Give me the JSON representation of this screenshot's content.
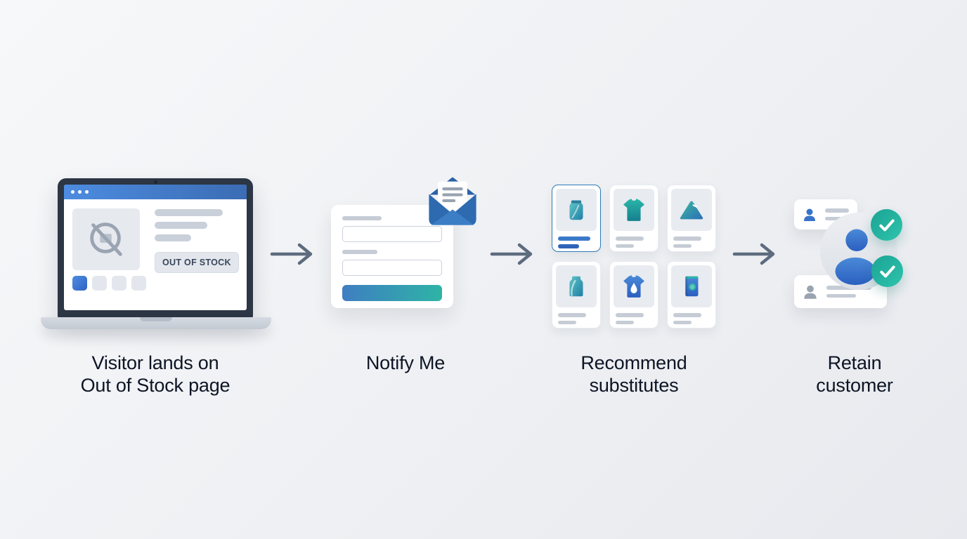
{
  "steps": [
    {
      "id": "visitor-lands",
      "label_lines": [
        "Visitor lands on",
        "Out of Stock page"
      ]
    },
    {
      "id": "notify-me",
      "label_lines": [
        "Notify Me",
        ""
      ]
    },
    {
      "id": "recommend-substitutes",
      "label_lines": [
        "Recommend",
        "substitutes"
      ]
    },
    {
      "id": "retain-customer",
      "label_lines": [
        "Retain",
        "customer"
      ]
    }
  ],
  "laptop": {
    "badge_text": "OUT OF STOCK",
    "browser_dot_count": 3,
    "skeleton_line_count": 3,
    "thumbnail_count": 4,
    "icons": [
      "no-image-icon"
    ]
  },
  "notify_form": {
    "field_count": 2,
    "icons": [
      "envelope-icon"
    ]
  },
  "product_grid": {
    "cards": [
      {
        "icon": "pouch-icon",
        "highlighted": true
      },
      {
        "icon": "tshirt-icon",
        "highlighted": false
      },
      {
        "icon": "mountain-icon",
        "highlighted": false
      },
      {
        "icon": "carton-icon",
        "highlighted": false
      },
      {
        "icon": "tshirt-drop-icon",
        "highlighted": false
      },
      {
        "icon": "book-icon",
        "highlighted": false
      }
    ]
  },
  "retain": {
    "check_count": 2,
    "icons": [
      "person-icon",
      "check-icon"
    ]
  },
  "colors": {
    "background_top": "#f7f8fa",
    "background_bottom": "#e7e9ee",
    "arrow": "#5d6b7e",
    "accent_blue": "#3b7ac9",
    "accent_teal": "#2eb4a6",
    "button_gradient": [
      "#3f7ec2",
      "#2eb4a6"
    ],
    "laptop_frame": "#2c3644",
    "browser_bar_gradient": [
      "#4d8ce0",
      "#3b6cb4"
    ],
    "highlight_border": "#2c7ab8",
    "text": "#0d1524",
    "skeleton": "#c9d0da"
  }
}
